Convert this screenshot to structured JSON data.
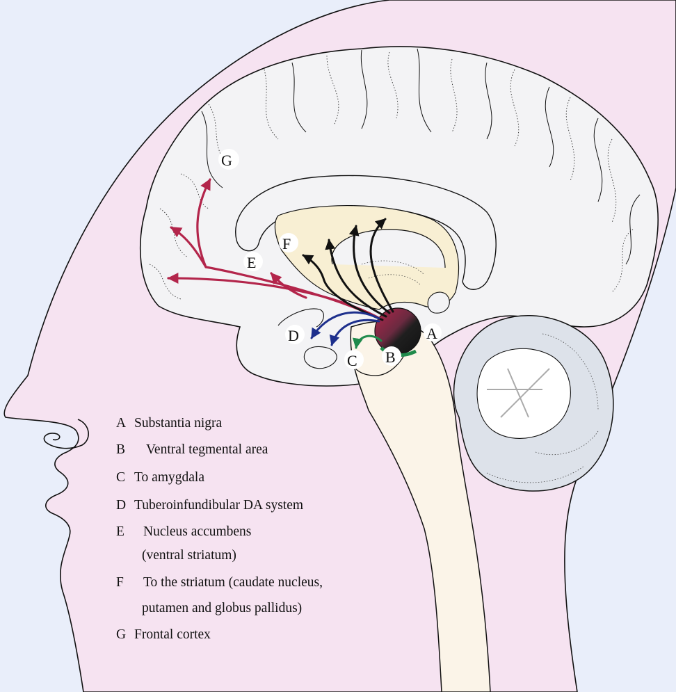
{
  "diagram": {
    "point_labels": {
      "A": "A",
      "B": "B",
      "C": "C",
      "D": "D",
      "E": "E",
      "F": "F",
      "G": "G"
    },
    "legend": [
      {
        "letter": "A",
        "text": "Substantia nigra"
      },
      {
        "letter": "B",
        "text": "Ventral tegmental area"
      },
      {
        "letter": "C",
        "text": "To amygdala"
      },
      {
        "letter": "D",
        "text": "Tuberoinfundibular DA system"
      },
      {
        "letter": "E",
        "text": "Nucleus accumbens"
      },
      {
        "letter": "",
        "text": "(ventral striatum)"
      },
      {
        "letter": "F",
        "text": "To the striatum (caudate nucleus,"
      },
      {
        "letter": "",
        "text": "putamen and globus pallidus)"
      },
      {
        "letter": "G",
        "text": "Frontal cortex"
      }
    ],
    "colors": {
      "background": "#e9eefa",
      "head": "#f6e3f1",
      "brain": "#f3f3f5",
      "deep_structures": "#f8efd3",
      "cerebellum": "#dde2ea",
      "mesocortical_pathway": "#b3254b",
      "nigrostriatal_pathway": "#111111",
      "tuberoinfundibular_pathway": "#1d2f8c",
      "amygdala_pathway": "#1f8a4b"
    }
  }
}
